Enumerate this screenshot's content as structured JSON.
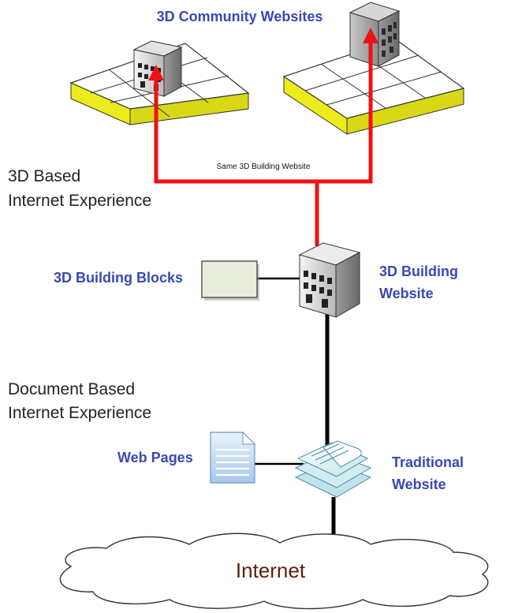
{
  "labels": {
    "community_websites": "3D Community Websites",
    "same_building_website": "Same 3D Building Website",
    "experience_3d_line1": "3D Based",
    "experience_3d_line2": "Internet Experience",
    "building_blocks": "3D Building Blocks",
    "building_website_line1": "3D Building",
    "building_website_line2": "Website",
    "experience_doc_line1": "Document Based",
    "experience_doc_line2": "Internet Experience",
    "web_pages": "Web Pages",
    "traditional_line1": "Traditional",
    "traditional_line2": "Website",
    "internet": "Internet"
  },
  "colors": {
    "label_blue": "#3b47b8",
    "red_link": "#ee1111",
    "black_link": "#000000",
    "tile_top": "#ffffff",
    "tile_side": "#ecec1c",
    "block_fill": "#e9eddb",
    "internet_text": "#5a1f14"
  }
}
